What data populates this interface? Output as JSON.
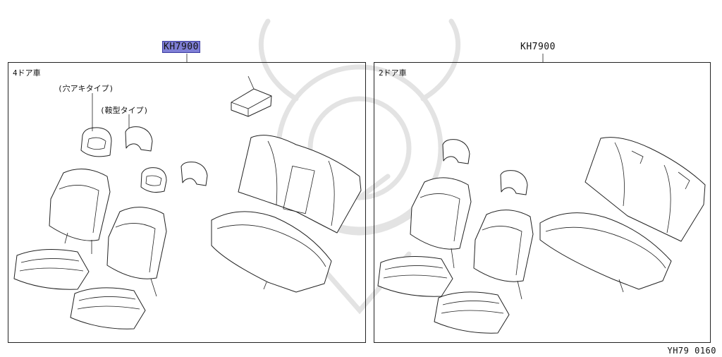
{
  "parts": {
    "left_code": "KH7900",
    "right_code": "KH7900"
  },
  "panels": {
    "left_label": "4ドア車",
    "right_label": "2ドア車"
  },
  "callouts": {
    "hole_type": "(穴アキタイプ)",
    "saddle_type": "(鞍型タイプ)"
  },
  "footer": {
    "diagram_code": "YH79 0160"
  },
  "colors": {
    "highlight": "#7f7fd6",
    "line": "#222222",
    "watermark": "#e3e3e3"
  }
}
